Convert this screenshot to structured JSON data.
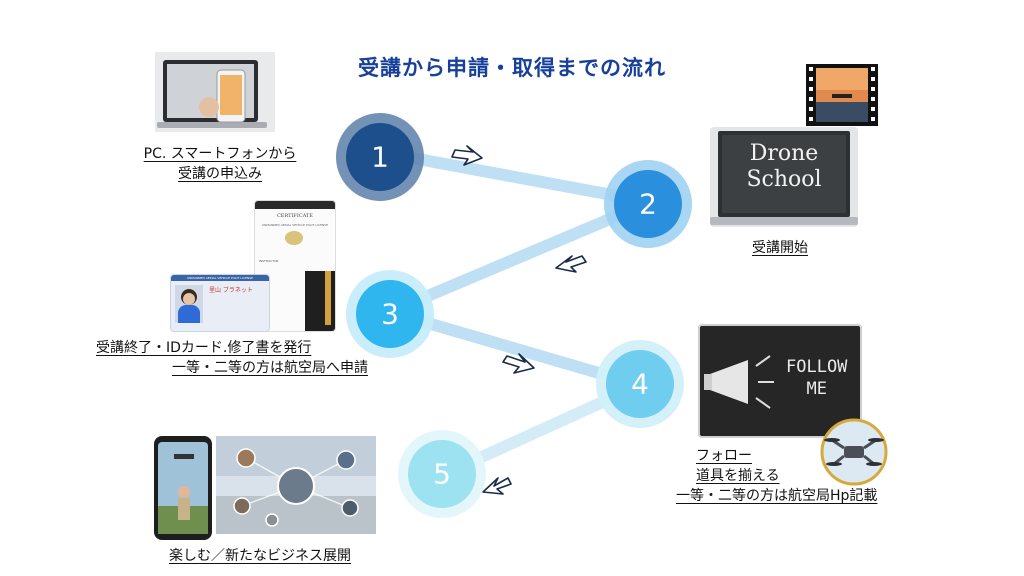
{
  "title": "受講から申請・取得までの流れ",
  "steps": [
    {
      "number": "1",
      "label_lines": [
        "PC. スマートフォンから",
        "受講の申込み"
      ]
    },
    {
      "number": "2",
      "label_lines": [
        "受講開始"
      ]
    },
    {
      "number": "3",
      "label_lines": [
        "受講終了・IDカード.修了書を発行",
        "一等・二等の方は航空局へ申請"
      ]
    },
    {
      "number": "4",
      "label_lines": [
        "フォロー",
        "道具を揃える",
        "一等・二等の方は航空局Hp記載"
      ]
    },
    {
      "number": "5",
      "label_lines": [
        "楽しむ／新たなビジネス展開"
      ]
    }
  ],
  "images": {
    "blackboard_drone": [
      "Drone",
      "School"
    ],
    "blackboard_follow": [
      "FOLLOW",
      "ME"
    ],
    "certificate": {
      "heading": "CERTIFICATE",
      "instructor": "INSTRUCTOR",
      "license": "UNMANNED AERIAL VEHICLE PILOT LICENSE"
    },
    "id_card": {
      "license": "UNMANNED AERIAL VEHICLE PILOT LICENSE",
      "name": "里山 ブラネット"
    }
  },
  "colors": {
    "title": "#17409a",
    "step1": "#1c4f8c",
    "step2": "#2a8fdc",
    "step3": "#2fb6ee",
    "step4": "#6fcdf0",
    "step5": "#9ce2f0",
    "path": "#bfe0f4"
  },
  "icons": [
    "arrow-icon",
    "laptop-phone-photo",
    "drone-school-photo",
    "certificate-photo",
    "follow-me-photo",
    "drone-photo",
    "business-photo"
  ]
}
